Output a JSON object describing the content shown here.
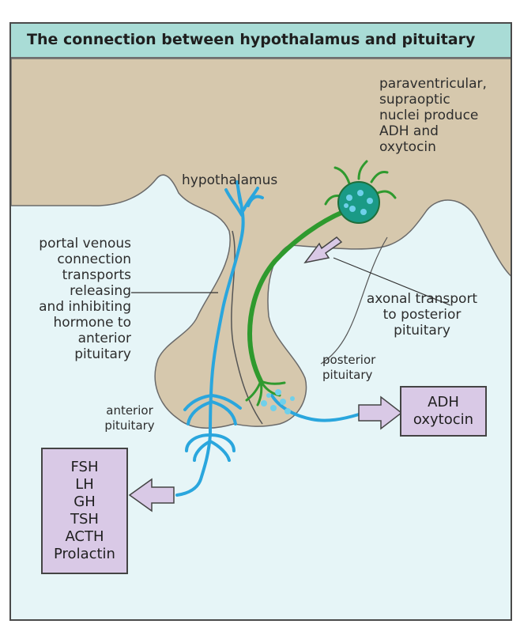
{
  "title": "The connection between hypothalamus and pituitary",
  "labels": {
    "nuclei": [
      "paraventricular,",
      "supraoptic",
      "nuclei produce",
      "ADH and",
      "oxytocin"
    ],
    "hypothalamus": "hypothalamus",
    "portal": [
      "portal venous",
      "connection",
      "transports",
      "releasing",
      "and inhibiting",
      "hormone to",
      "anterior",
      "pituitary"
    ],
    "axonal": [
      "axonal transport",
      "to posterior",
      "pituitary"
    ],
    "posterior": [
      "posterior",
      "pituitary"
    ],
    "anterior": [
      "anterior",
      "pituitary"
    ]
  },
  "posterior_hormones": [
    "ADH",
    "oxytocin"
  ],
  "anterior_hormones": [
    "FSH",
    "LH",
    "GH",
    "TSH",
    "ACTH",
    "Prolactin"
  ],
  "colors": {
    "title_bar": "#a9dcd6",
    "background": "#e6f5f7",
    "tissue": "#d6c8ad",
    "blue_vessel": "#2aa6dd",
    "green_axon": "#2f9a2e",
    "nucleus": "#1a9a86",
    "hormone_box": "#d9c9e6"
  }
}
